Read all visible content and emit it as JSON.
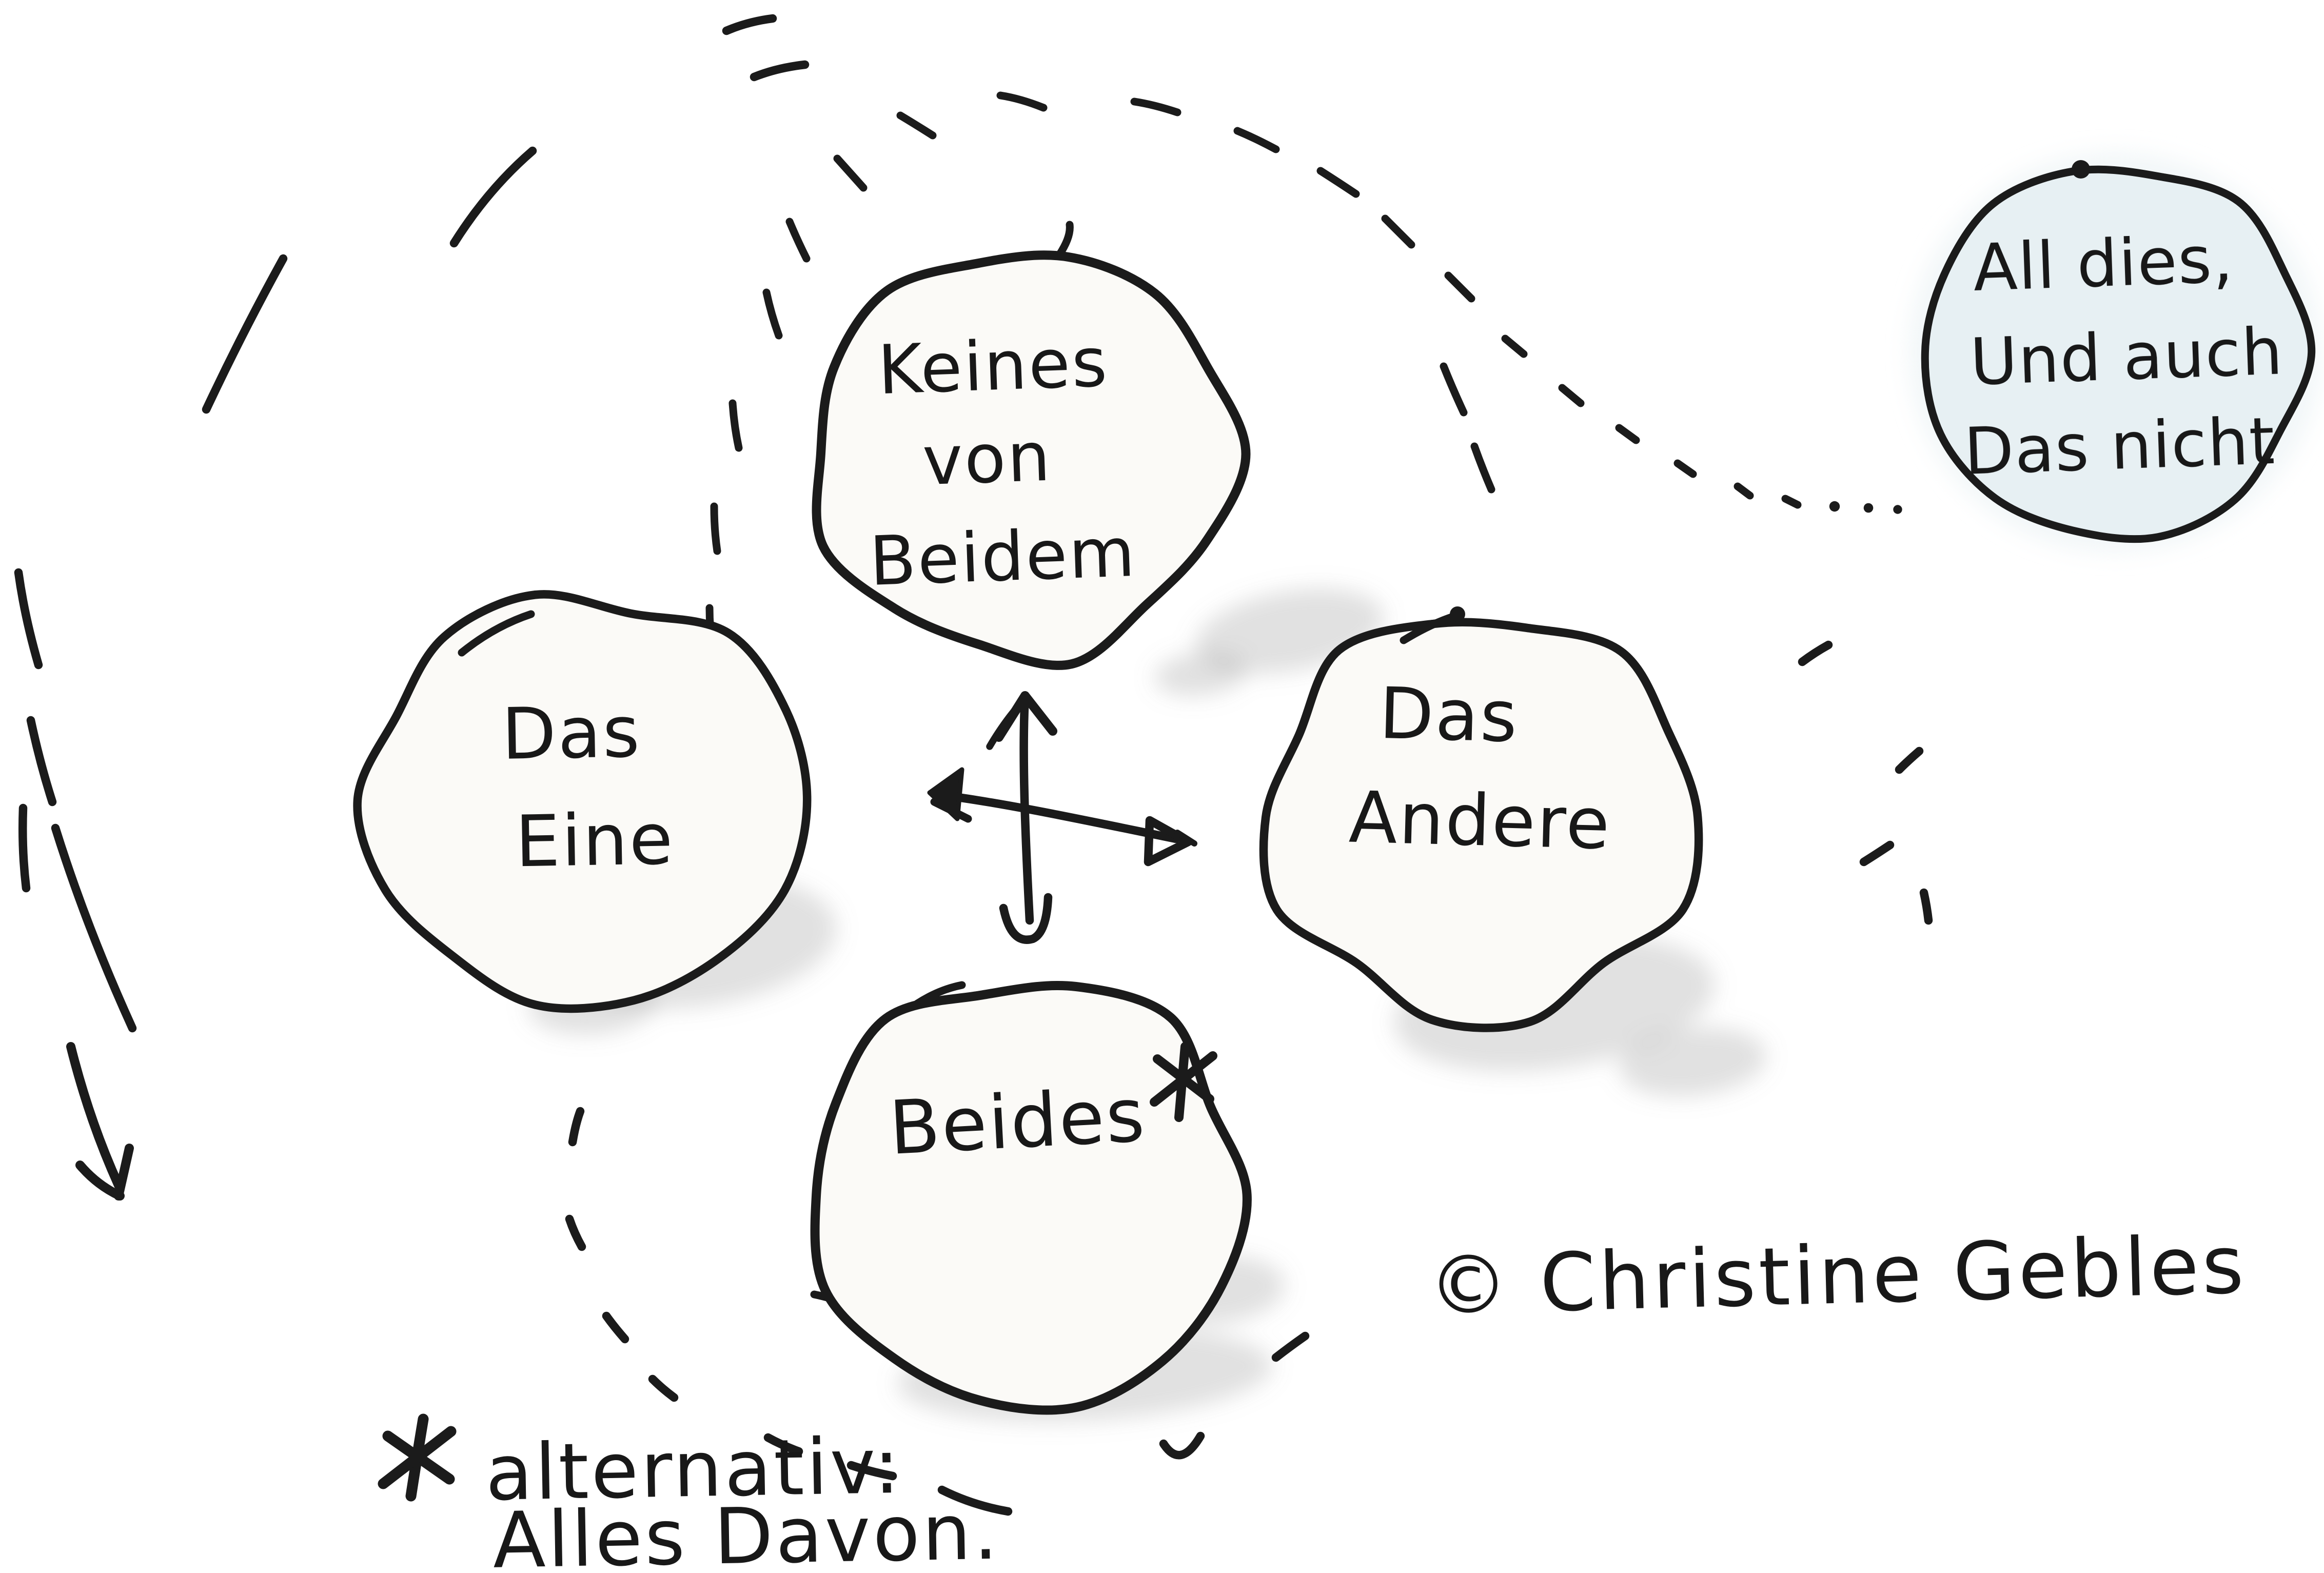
{
  "colors": {
    "ink": "#1b1b1b",
    "paper": "#ffffff",
    "circle_fill": "#fbfaf7",
    "satellite_fill": "#e7f0f3",
    "smudge": "#8f8f8f"
  },
  "circles": {
    "top": {
      "lines": [
        "Keines",
        "von",
        "Beidem"
      ]
    },
    "left": {
      "lines": [
        "Das",
        "Eine"
      ]
    },
    "right": {
      "lines": [
        "Das",
        "Andere"
      ]
    },
    "bottom": {
      "label": "Beides",
      "marker": "*"
    },
    "satellite": {
      "lines": [
        "All dies,",
        "Und auch",
        "Das nicht"
      ]
    }
  },
  "footnote": {
    "marker": "*",
    "lines": [
      "alternativ:",
      "Alles Davon."
    ]
  },
  "signature": {
    "text": "© Christine Gebles"
  }
}
